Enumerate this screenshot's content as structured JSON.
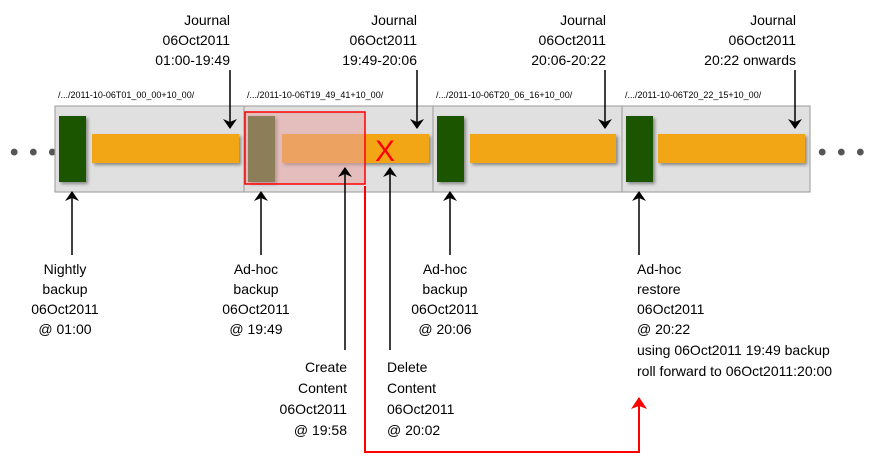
{
  "ellipsis_left": "• • •",
  "ellipsis_right": "• • •",
  "journals": [
    {
      "lines": [
        "Journal",
        "06Oct2011",
        "01:00-19:49"
      ]
    },
    {
      "lines": [
        "Journal",
        "06Oct2011",
        "19:49-20:06"
      ]
    },
    {
      "lines": [
        "Journal",
        "06Oct2011",
        "20:06-20:22"
      ]
    },
    {
      "lines": [
        "Journal",
        "06Oct2011",
        "20:22 onwards"
      ]
    }
  ],
  "paths": [
    "/.../2011-10-06T01_00_00+10_00/",
    "/.../2011-10-06T19_49_41+10_00/",
    "/.../2011-10-06T20_06_16+10_00/",
    "/.../2011-10-06T20_22_15+10_00/"
  ],
  "events": [
    {
      "lines": [
        "Nightly",
        "backup",
        "06Oct2011",
        "@ 01:00"
      ]
    },
    {
      "lines": [
        "Ad-hoc",
        "backup",
        "06Oct2011",
        "@ 19:49"
      ]
    },
    {
      "lines": [
        "Ad-hoc",
        "backup",
        "06Oct2011",
        "@ 20:06"
      ]
    },
    {
      "lines": [
        "Ad-hoc",
        "restore",
        "06Oct2011",
        "@ 20:22",
        "using 06Oct2011 19:49 backup",
        "roll forward to 06Oct2011:20:00"
      ]
    },
    {
      "lines": [
        "Create",
        "Content",
        "06Oct2011",
        "@ 19:58"
      ]
    },
    {
      "lines": [
        "Delete",
        "Content",
        "06Oct2011",
        "@ 20:02"
      ]
    }
  ],
  "delete_mark": "X",
  "colors": {
    "backup_block": "#1f5400",
    "journal_bar": "#f2a616",
    "restore_line": "#ff0000",
    "lost_region": "#e8a0a0"
  }
}
